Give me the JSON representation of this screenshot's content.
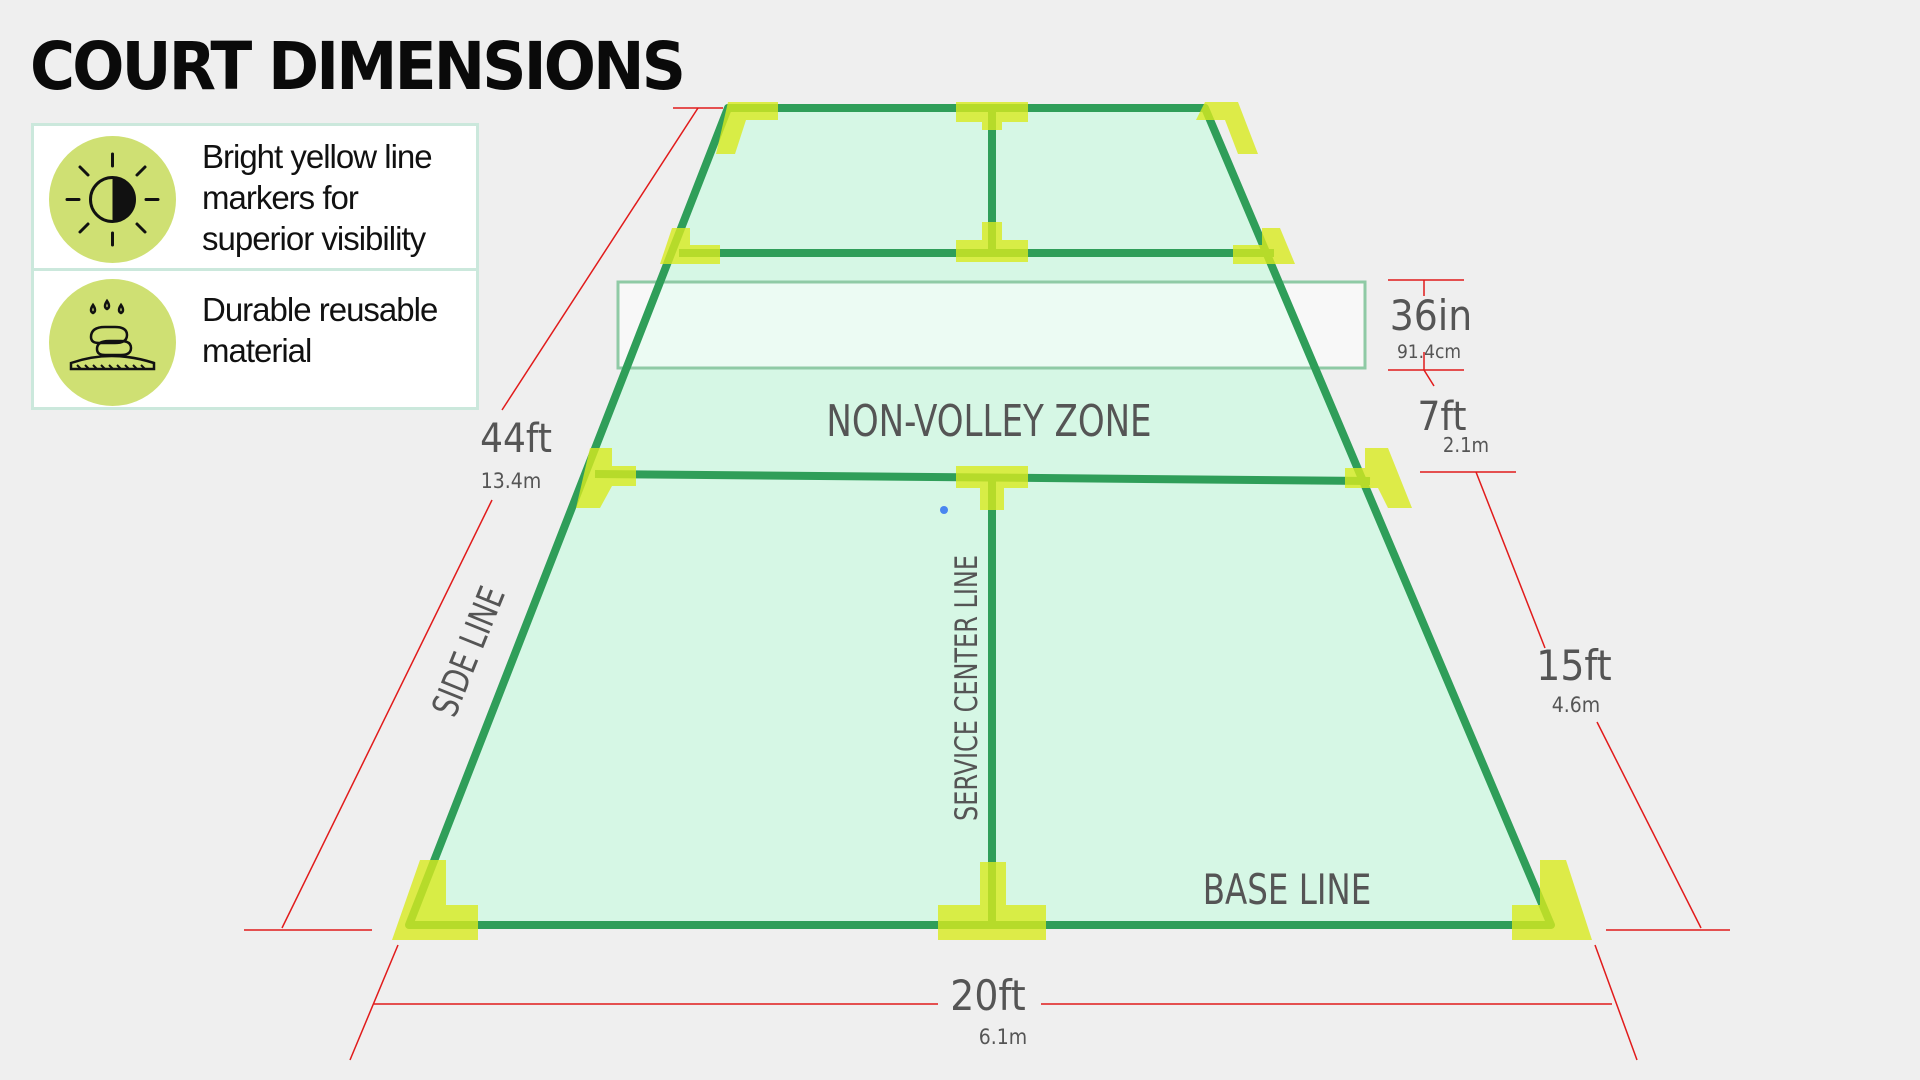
{
  "title": "COURT DIMENSIONS",
  "features": [
    {
      "icon": "sun-contrast-icon",
      "text": "Bright yellow line markers for superior visibility"
    },
    {
      "icon": "durable-material-icon",
      "text": "Durable reusable material"
    }
  ],
  "court_labels": {
    "non_volley_zone": "NON-VOLLEY ZONE",
    "side_line": "SIDE LINE",
    "service_center_line": "SERVICE CENTER LINE",
    "base_line": "BASE LINE"
  },
  "dimensions": {
    "length": {
      "imperial": "44ft",
      "metric": "13.4m"
    },
    "width": {
      "imperial": "20ft",
      "metric": "6.1m"
    },
    "net_height": {
      "imperial": "36in",
      "metric": "91.4cm"
    },
    "nvz_depth": {
      "imperial": "7ft",
      "metric": "2.1m"
    },
    "service_depth": {
      "imperial": "15ft",
      "metric": "4.6m"
    }
  },
  "colors": {
    "court_fill": "#d4f7e4",
    "court_line": "#2f9e59",
    "marker": "#d8ea1e",
    "dimension_line": "#e11b1b",
    "label_text": "#555555"
  }
}
